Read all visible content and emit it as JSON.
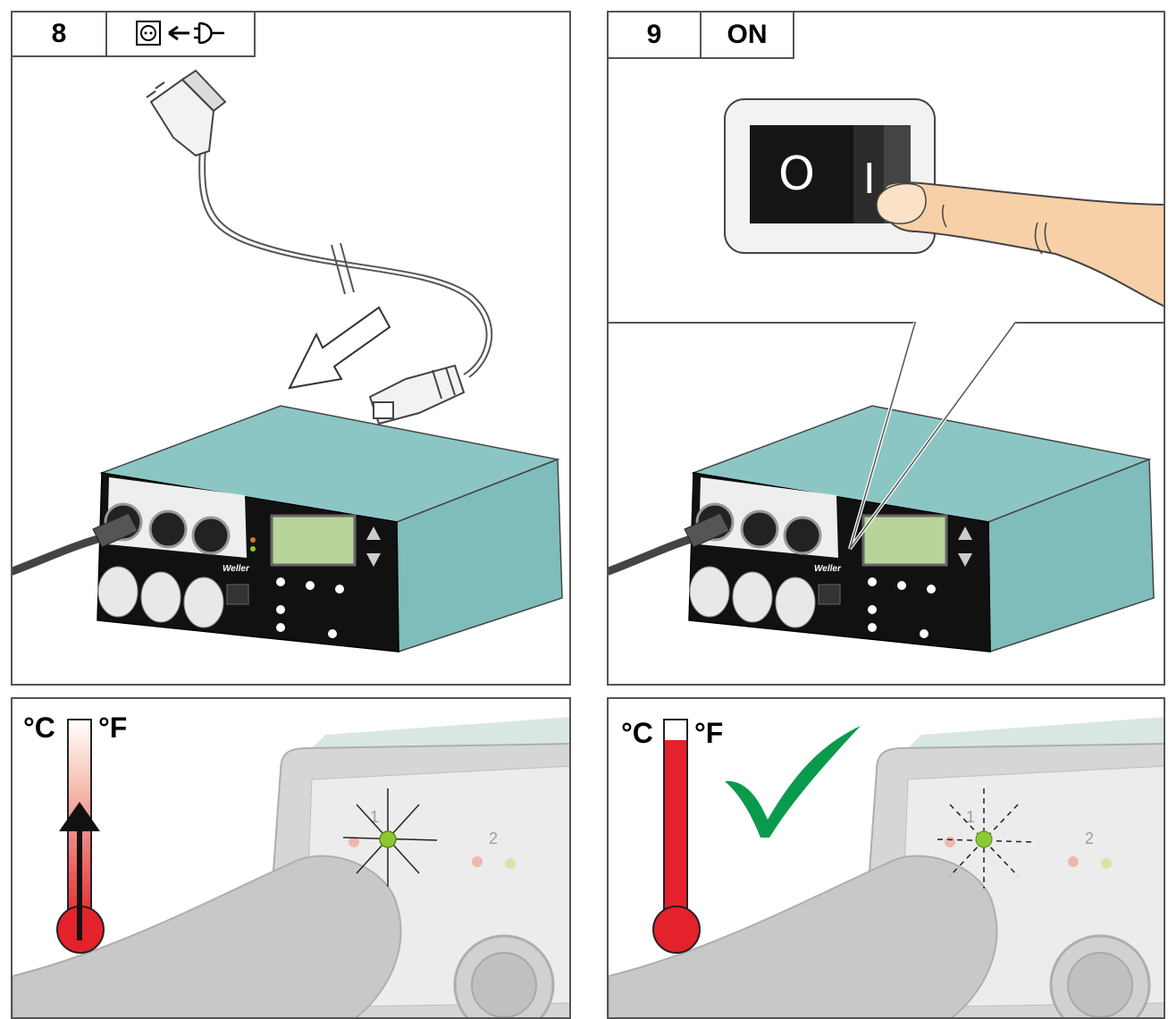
{
  "steps": [
    {
      "number": "8",
      "icon": "socket-plug-icon"
    },
    {
      "number": "9",
      "label": "ON"
    }
  ],
  "switch": {
    "off_symbol": "O",
    "on_symbol": "I"
  },
  "device": {
    "brand": "Weller",
    "channel_1": "1",
    "channel_2": "2"
  },
  "thermometers": [
    {
      "unit_left": "°C",
      "unit_right": "°F",
      "state": "heating",
      "fill_level": 0.7
    },
    {
      "unit_left": "°C",
      "unit_right": "°F",
      "state": "ready",
      "fill_level": 0.92
    }
  ],
  "colors": {
    "device_body": "#7fbcbc",
    "device_top": "#8cc6c4",
    "front_panel": "#111111",
    "display": "#b8d49a",
    "thermometer_red": "#e3222b",
    "check_green": "#0a9a4c",
    "led_green": "#8cc832",
    "led_red": "#e08080"
  }
}
